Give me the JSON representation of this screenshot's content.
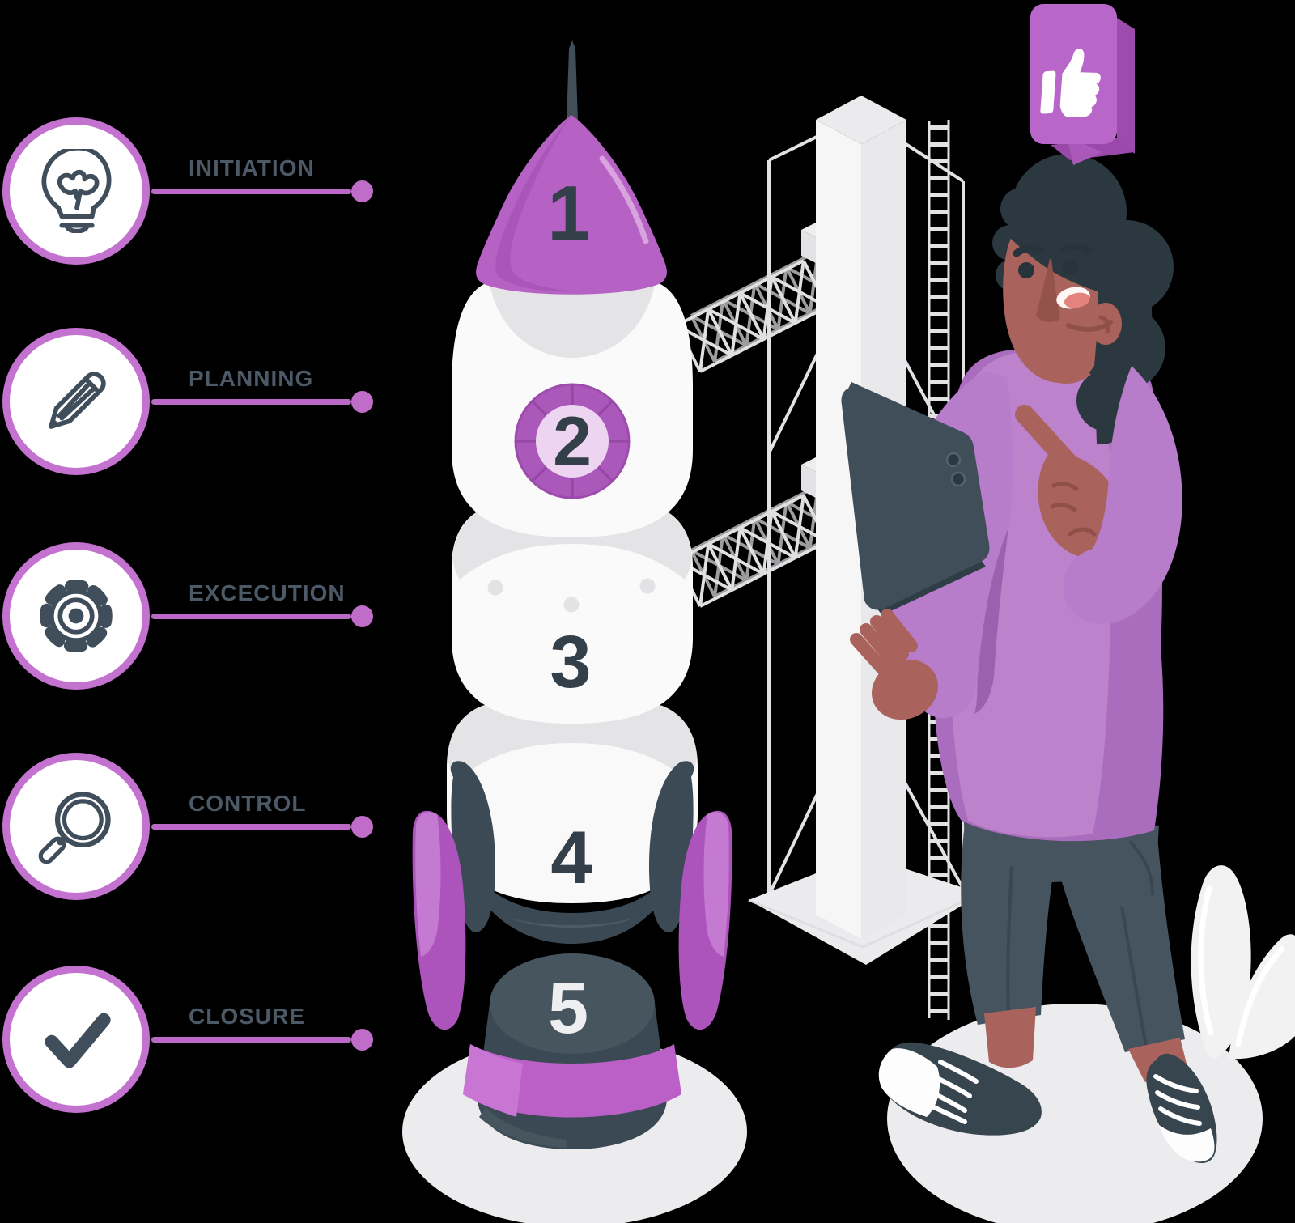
{
  "background_color": "#000000",
  "phases": [
    {
      "label": "INITIATION",
      "icon": "lightbulb-icon"
    },
    {
      "label": "PLANNING",
      "icon": "pencil-icon"
    },
    {
      "label": "EXCECUTION",
      "icon": "gear-icon"
    },
    {
      "label": "CONTROL",
      "icon": "magnifier-icon"
    },
    {
      "label": "CLOSURE",
      "icon": "checkmark-icon"
    }
  ],
  "rocket": {
    "stages": [
      {
        "number": "1"
      },
      {
        "number": "2"
      },
      {
        "number": "3"
      },
      {
        "number": "4"
      },
      {
        "number": "5"
      }
    ]
  },
  "colors": {
    "accent_purple": "#bc68c8",
    "ring_purple": "#c472cf",
    "nose_purple": "#b662c4",
    "dark_slate": "#3f4e5a",
    "label_text": "#4b5a66",
    "rocket_white": "#fafafb",
    "tower_gray": "#e3e3e5",
    "skin": "#a9635c",
    "shirt_purple": "#bd82cc",
    "hair": "#2c3840",
    "jeans": "#46545f",
    "ground_gray": "#ececee"
  }
}
